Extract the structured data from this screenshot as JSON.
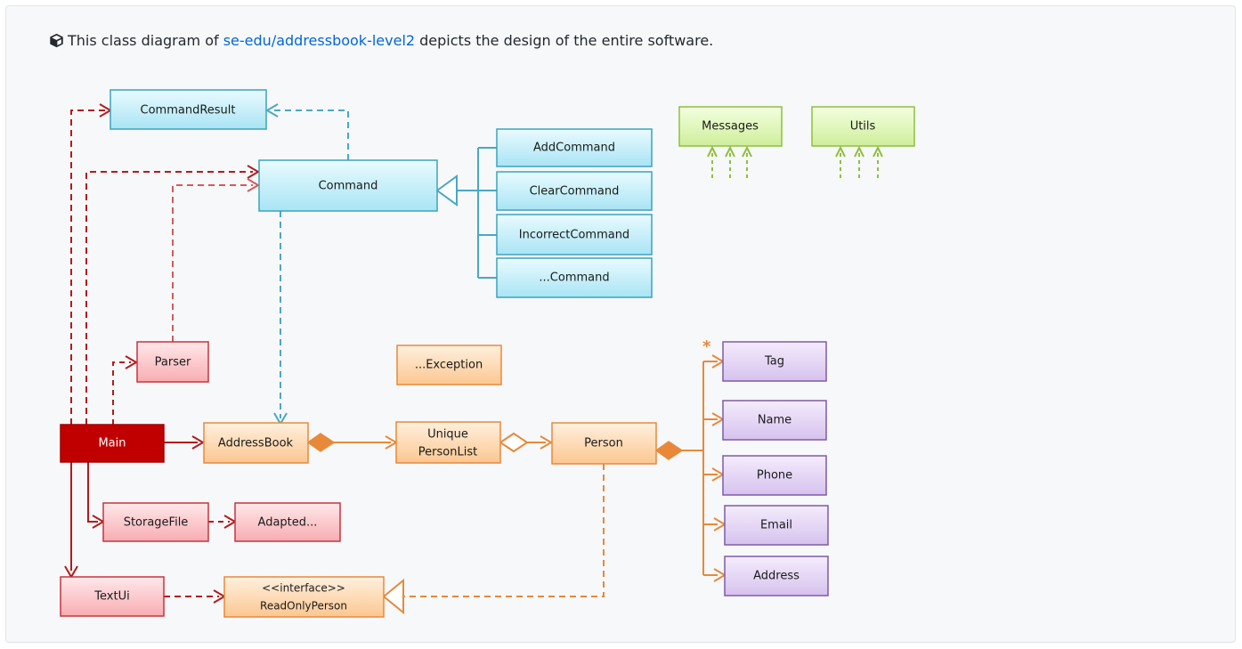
{
  "caption": {
    "icon": "cube-icon",
    "prefix": "This class diagram of ",
    "link_text": "se-edu/addressbook-level2",
    "suffix": " depicts the design of the entire software."
  },
  "classes": {
    "command_result": "CommandResult",
    "command": "Command",
    "add_command": "AddCommand",
    "clear_command": "ClearCommand",
    "incorrect_command": "IncorrectCommand",
    "etc_command": "...Command",
    "messages": "Messages",
    "utils": "Utils",
    "parser": "Parser",
    "exception": "...Exception",
    "main": "Main",
    "address_book": "AddressBook",
    "unique_person_list_line1": "Unique",
    "unique_person_list_line2": "PersonList",
    "person": "Person",
    "tag": "Tag",
    "name": "Name",
    "phone": "Phone",
    "email": "Email",
    "address": "Address",
    "storage_file": "StorageFile",
    "adapted": "Adapted...",
    "text_ui": "TextUi",
    "read_only_person_stereotype": "<<interface>>",
    "read_only_person": "ReadOnlyPerson"
  },
  "multiplicity": {
    "tag": "*"
  },
  "colors": {
    "logic_fill": "#c9f0fa",
    "logic_stroke": "#3ba3c0",
    "common_fill": "#def5b5",
    "common_stroke": "#8fbf3c",
    "ui_fill": "#ffd0d3",
    "ui_stroke": "#c9333c",
    "main_fill": "#c00000",
    "model_fill": "#ffd8ad",
    "model_stroke": "#e8893a",
    "data_fill": "#e3d4f3",
    "data_stroke": "#7f5aa8",
    "red_line": "#b31b1b",
    "blue_line": "#4aa8c3",
    "orange_line": "#e8893a",
    "green_line": "#8fbf3c",
    "link": "#0366d6"
  }
}
